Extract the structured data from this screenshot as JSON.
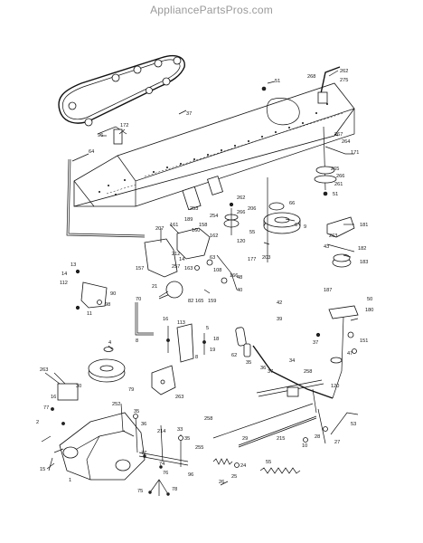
{
  "site_header": "AppliancePartsPros.com",
  "callouts": [
    {
      "id": "c37a",
      "text": "37"
    },
    {
      "id": "c172",
      "text": "172"
    },
    {
      "id": "c96",
      "text": "96"
    },
    {
      "id": "c64",
      "text": "64"
    },
    {
      "id": "c51",
      "text": "51"
    },
    {
      "id": "c268",
      "text": "268"
    },
    {
      "id": "c262",
      "text": "262"
    },
    {
      "id": "c275",
      "text": "275"
    },
    {
      "id": "c267",
      "text": "267"
    },
    {
      "id": "c264",
      "text": "264"
    },
    {
      "id": "c171",
      "text": "171"
    },
    {
      "id": "c265",
      "text": "265"
    },
    {
      "id": "c266",
      "text": "266"
    },
    {
      "id": "c261",
      "text": "261"
    },
    {
      "id": "c51b",
      "text": "51"
    },
    {
      "id": "c66",
      "text": "66"
    },
    {
      "id": "c6",
      "text": "6"
    },
    {
      "id": "c181",
      "text": "181"
    },
    {
      "id": "c262b",
      "text": "262"
    },
    {
      "id": "c206",
      "text": "206"
    },
    {
      "id": "c253",
      "text": "253"
    },
    {
      "id": "c254",
      "text": "254"
    },
    {
      "id": "c189",
      "text": "189"
    },
    {
      "id": "c161",
      "text": "161"
    },
    {
      "id": "c207",
      "text": "207"
    },
    {
      "id": "c160",
      "text": "160"
    },
    {
      "id": "c158",
      "text": "158"
    },
    {
      "id": "c162",
      "text": "162"
    },
    {
      "id": "c266b",
      "text": "266"
    },
    {
      "id": "c120",
      "text": "120"
    },
    {
      "id": "c55",
      "text": "55"
    },
    {
      "id": "c9",
      "text": "9"
    },
    {
      "id": "c263a",
      "text": "263"
    },
    {
      "id": "c182",
      "text": "182"
    },
    {
      "id": "c43",
      "text": "43"
    },
    {
      "id": "c183",
      "text": "183"
    },
    {
      "id": "c212",
      "text": "212"
    },
    {
      "id": "c14",
      "text": "14"
    },
    {
      "id": "c63",
      "text": "63"
    },
    {
      "id": "c257",
      "text": "257"
    },
    {
      "id": "c177",
      "text": "177"
    },
    {
      "id": "c203",
      "text": "203"
    },
    {
      "id": "c157",
      "text": "157"
    },
    {
      "id": "c163",
      "text": "163"
    },
    {
      "id": "c108",
      "text": "108"
    },
    {
      "id": "c166",
      "text": "166"
    },
    {
      "id": "c13",
      "text": "13"
    },
    {
      "id": "c14b",
      "text": "14"
    },
    {
      "id": "c112",
      "text": "112"
    },
    {
      "id": "c90",
      "text": "90"
    },
    {
      "id": "c98",
      "text": "98"
    },
    {
      "id": "c11",
      "text": "11"
    },
    {
      "id": "c21",
      "text": "21"
    },
    {
      "id": "c82",
      "text": "82"
    },
    {
      "id": "c165",
      "text": "165"
    },
    {
      "id": "c159",
      "text": "159"
    },
    {
      "id": "c48",
      "text": "48"
    },
    {
      "id": "c40",
      "text": "40"
    },
    {
      "id": "c42",
      "text": "42"
    },
    {
      "id": "c39",
      "text": "39"
    },
    {
      "id": "c187",
      "text": "187"
    },
    {
      "id": "c50",
      "text": "50"
    },
    {
      "id": "c180",
      "text": "180"
    },
    {
      "id": "c70",
      "text": "70"
    },
    {
      "id": "c8",
      "text": "8"
    },
    {
      "id": "c113",
      "text": "113"
    },
    {
      "id": "c5",
      "text": "5"
    },
    {
      "id": "c16",
      "text": "16"
    },
    {
      "id": "c18",
      "text": "18"
    },
    {
      "id": "c19",
      "text": "19"
    },
    {
      "id": "c8b",
      "text": "8"
    },
    {
      "id": "c62",
      "text": "62"
    },
    {
      "id": "c35",
      "text": "35"
    },
    {
      "id": "c36",
      "text": "36"
    },
    {
      "id": "c37b",
      "text": "37"
    },
    {
      "id": "c34",
      "text": "34"
    },
    {
      "id": "c258",
      "text": "258"
    },
    {
      "id": "c120b",
      "text": "120"
    },
    {
      "id": "c37c",
      "text": "37"
    },
    {
      "id": "c151",
      "text": "151"
    },
    {
      "id": "c47",
      "text": "47"
    },
    {
      "id": "c4",
      "text": "4"
    },
    {
      "id": "c263b",
      "text": "263"
    },
    {
      "id": "c30",
      "text": "30"
    },
    {
      "id": "c16b",
      "text": "16"
    },
    {
      "id": "c79",
      "text": "79"
    },
    {
      "id": "c263c",
      "text": "263"
    },
    {
      "id": "c77",
      "text": "77"
    },
    {
      "id": "c2",
      "text": "2"
    },
    {
      "id": "c252",
      "text": "252"
    },
    {
      "id": "c35b",
      "text": "35"
    },
    {
      "id": "c36b",
      "text": "36"
    },
    {
      "id": "c214",
      "text": "214"
    },
    {
      "id": "c33",
      "text": "33"
    },
    {
      "id": "c35c",
      "text": "35"
    },
    {
      "id": "c258b",
      "text": "258"
    },
    {
      "id": "c255",
      "text": "255"
    },
    {
      "id": "c29",
      "text": "29"
    },
    {
      "id": "c215",
      "text": "215"
    },
    {
      "id": "c10",
      "text": "10"
    },
    {
      "id": "c28",
      "text": "28"
    },
    {
      "id": "c27",
      "text": "27"
    },
    {
      "id": "c53",
      "text": "53"
    },
    {
      "id": "c15",
      "text": "15"
    },
    {
      "id": "c1",
      "text": "1"
    },
    {
      "id": "c77b",
      "text": "77"
    },
    {
      "id": "c74",
      "text": "74"
    },
    {
      "id": "c76",
      "text": "76"
    },
    {
      "id": "c75",
      "text": "75"
    },
    {
      "id": "c96b",
      "text": "96"
    },
    {
      "id": "c24",
      "text": "24"
    },
    {
      "id": "c26",
      "text": "26"
    },
    {
      "id": "c25",
      "text": "25"
    },
    {
      "id": "c55b",
      "text": "55"
    },
    {
      "id": "c78",
      "text": "78"
    }
  ]
}
